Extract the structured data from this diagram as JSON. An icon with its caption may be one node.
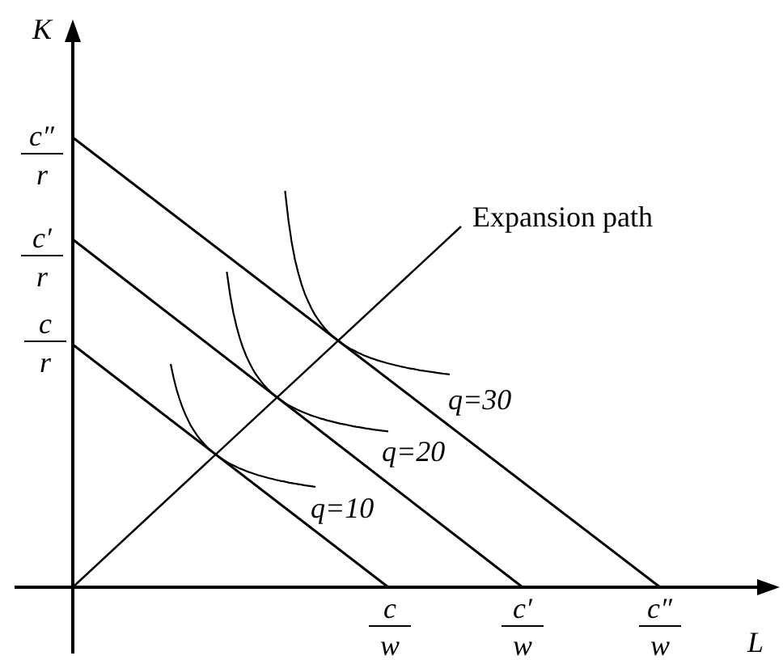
{
  "diagram": {
    "labels": [
      "K",
      "c″",
      "r",
      "c′",
      "r",
      "Expansion path",
      "c",
      "r",
      "q=30",
      "q=20",
      "q=10",
      "c",
      "w",
      "c′",
      "w",
      "c″",
      "w",
      "L"
    ]
  }
}
